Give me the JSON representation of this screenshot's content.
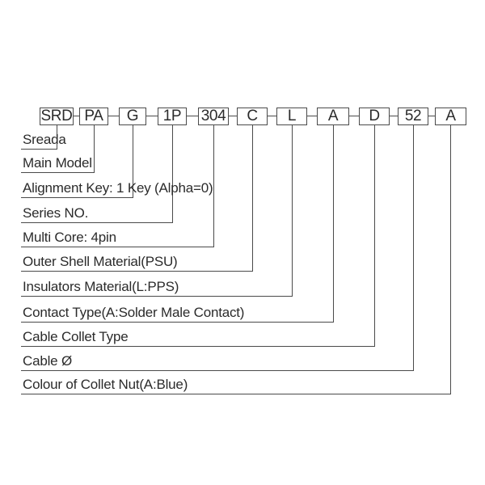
{
  "diagram": {
    "codes": [
      "SRD",
      "PA",
      "G",
      "1P",
      "304",
      "C",
      "L",
      "A",
      "D",
      "52",
      "A"
    ],
    "labels": [
      "Sreada",
      "Main Model",
      "Alignment Key: 1 Key (Alpha=0)",
      "Series NO.",
      "Multi Core: 4pin",
      "Outer Shell Material(PSU)",
      "Insulators Material(L:PPS)",
      "Contact Type(A:Solder Male Contact)",
      "Cable Collet Type",
      "Cable Ø",
      "Colour of Collet Nut(A:Blue)"
    ],
    "colors": {
      "line": "#4a4a4a",
      "text": "#2b2b2b",
      "background": "#ffffff"
    }
  }
}
